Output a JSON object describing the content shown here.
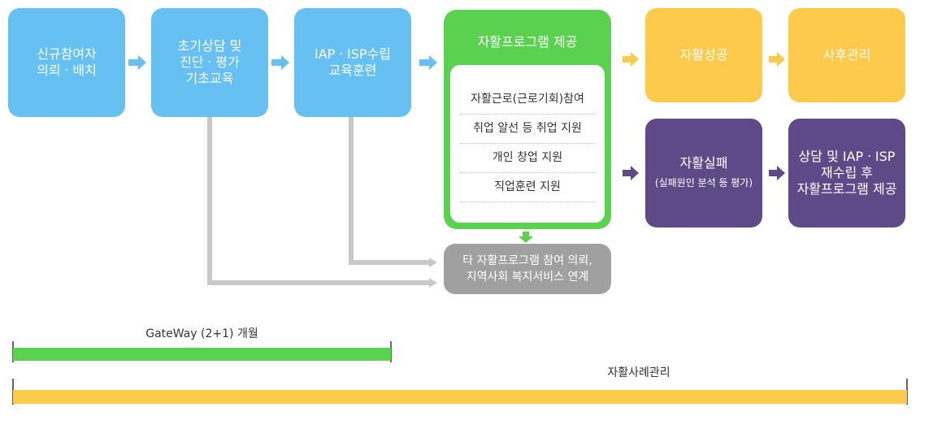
{
  "boxes": {
    "b1": "신규참여자\n의뢰ㆍ배치",
    "b2": "초기상담 및\n진단ㆍ평가\n기초교육",
    "b3": "IAPㆍISP수립\n교육훈련",
    "b4_title": "자활프로그램 제공",
    "b4_items": [
      "자활근로(근로기회)참여",
      "취업 알선 등 취업 지원",
      "개인 창업 지원",
      "직업훈련 지원"
    ],
    "success": "자활성공",
    "aftercare": "사후관리",
    "fail": "자활실패",
    "fail_sub": "(실패원인 분석 등 평가)",
    "reestablish": "상담 및 IAPㆍISP\n재수립 후\n자활프로그램 제공",
    "other": "타 자활프로그램 참여 의뢰,\n지역사회 복지서비스 연계"
  },
  "timeline": {
    "gateway_label": "GateWay (2+1) 개월",
    "case_label": "자활사례관리"
  },
  "colors": {
    "blue": "#66c0f2",
    "green": "#5ad24f",
    "yellow": "#fdca4b",
    "purple": "#5e4a86",
    "grey": "#a0a0a0"
  }
}
